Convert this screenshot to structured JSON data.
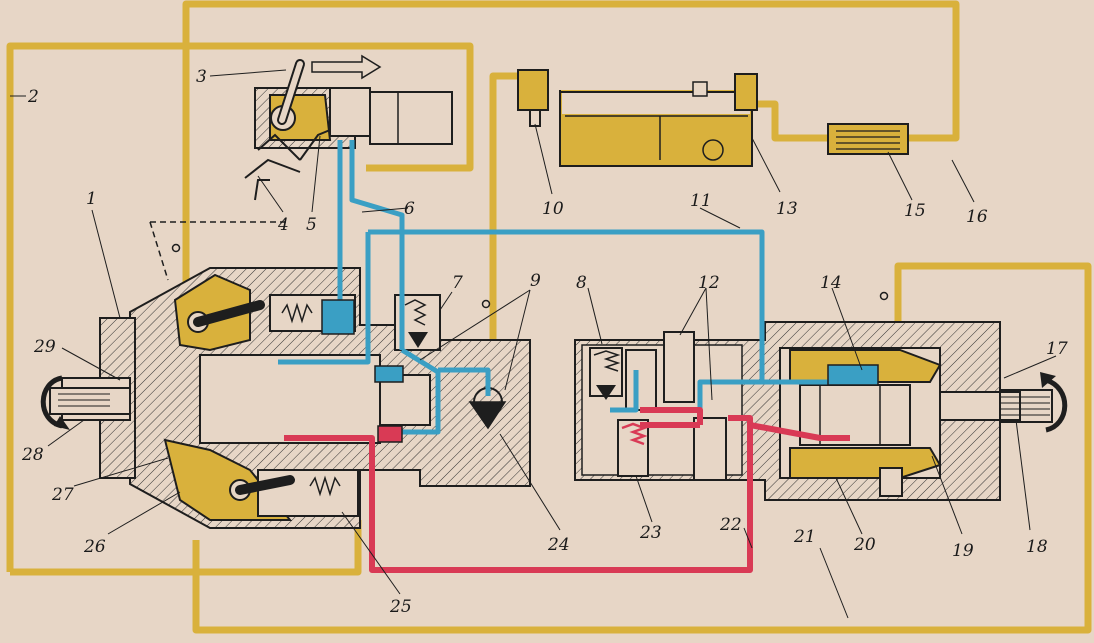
{
  "colors": {
    "background": "#e7d6c6",
    "drain_line": "#d9b13c",
    "low_pressure": "#3a9fc4",
    "high_pressure": "#d93a55",
    "body": "#1e1e1e"
  },
  "labels": {
    "l1": "1",
    "l2": "2",
    "l3": "3",
    "l4": "4",
    "l5": "5",
    "l6": "6",
    "l7": "7",
    "l8": "8",
    "l9": "9",
    "l10": "10",
    "l11": "11",
    "l12": "12",
    "l13": "13",
    "l14": "14",
    "l15": "15",
    "l16": "16",
    "l17": "17",
    "l18": "18",
    "l19": "19",
    "l20": "20",
    "l21": "21",
    "l22": "22",
    "l23": "23",
    "l24": "24",
    "l25": "25",
    "l26": "26",
    "l27": "27",
    "l28": "28",
    "l29": "29"
  }
}
